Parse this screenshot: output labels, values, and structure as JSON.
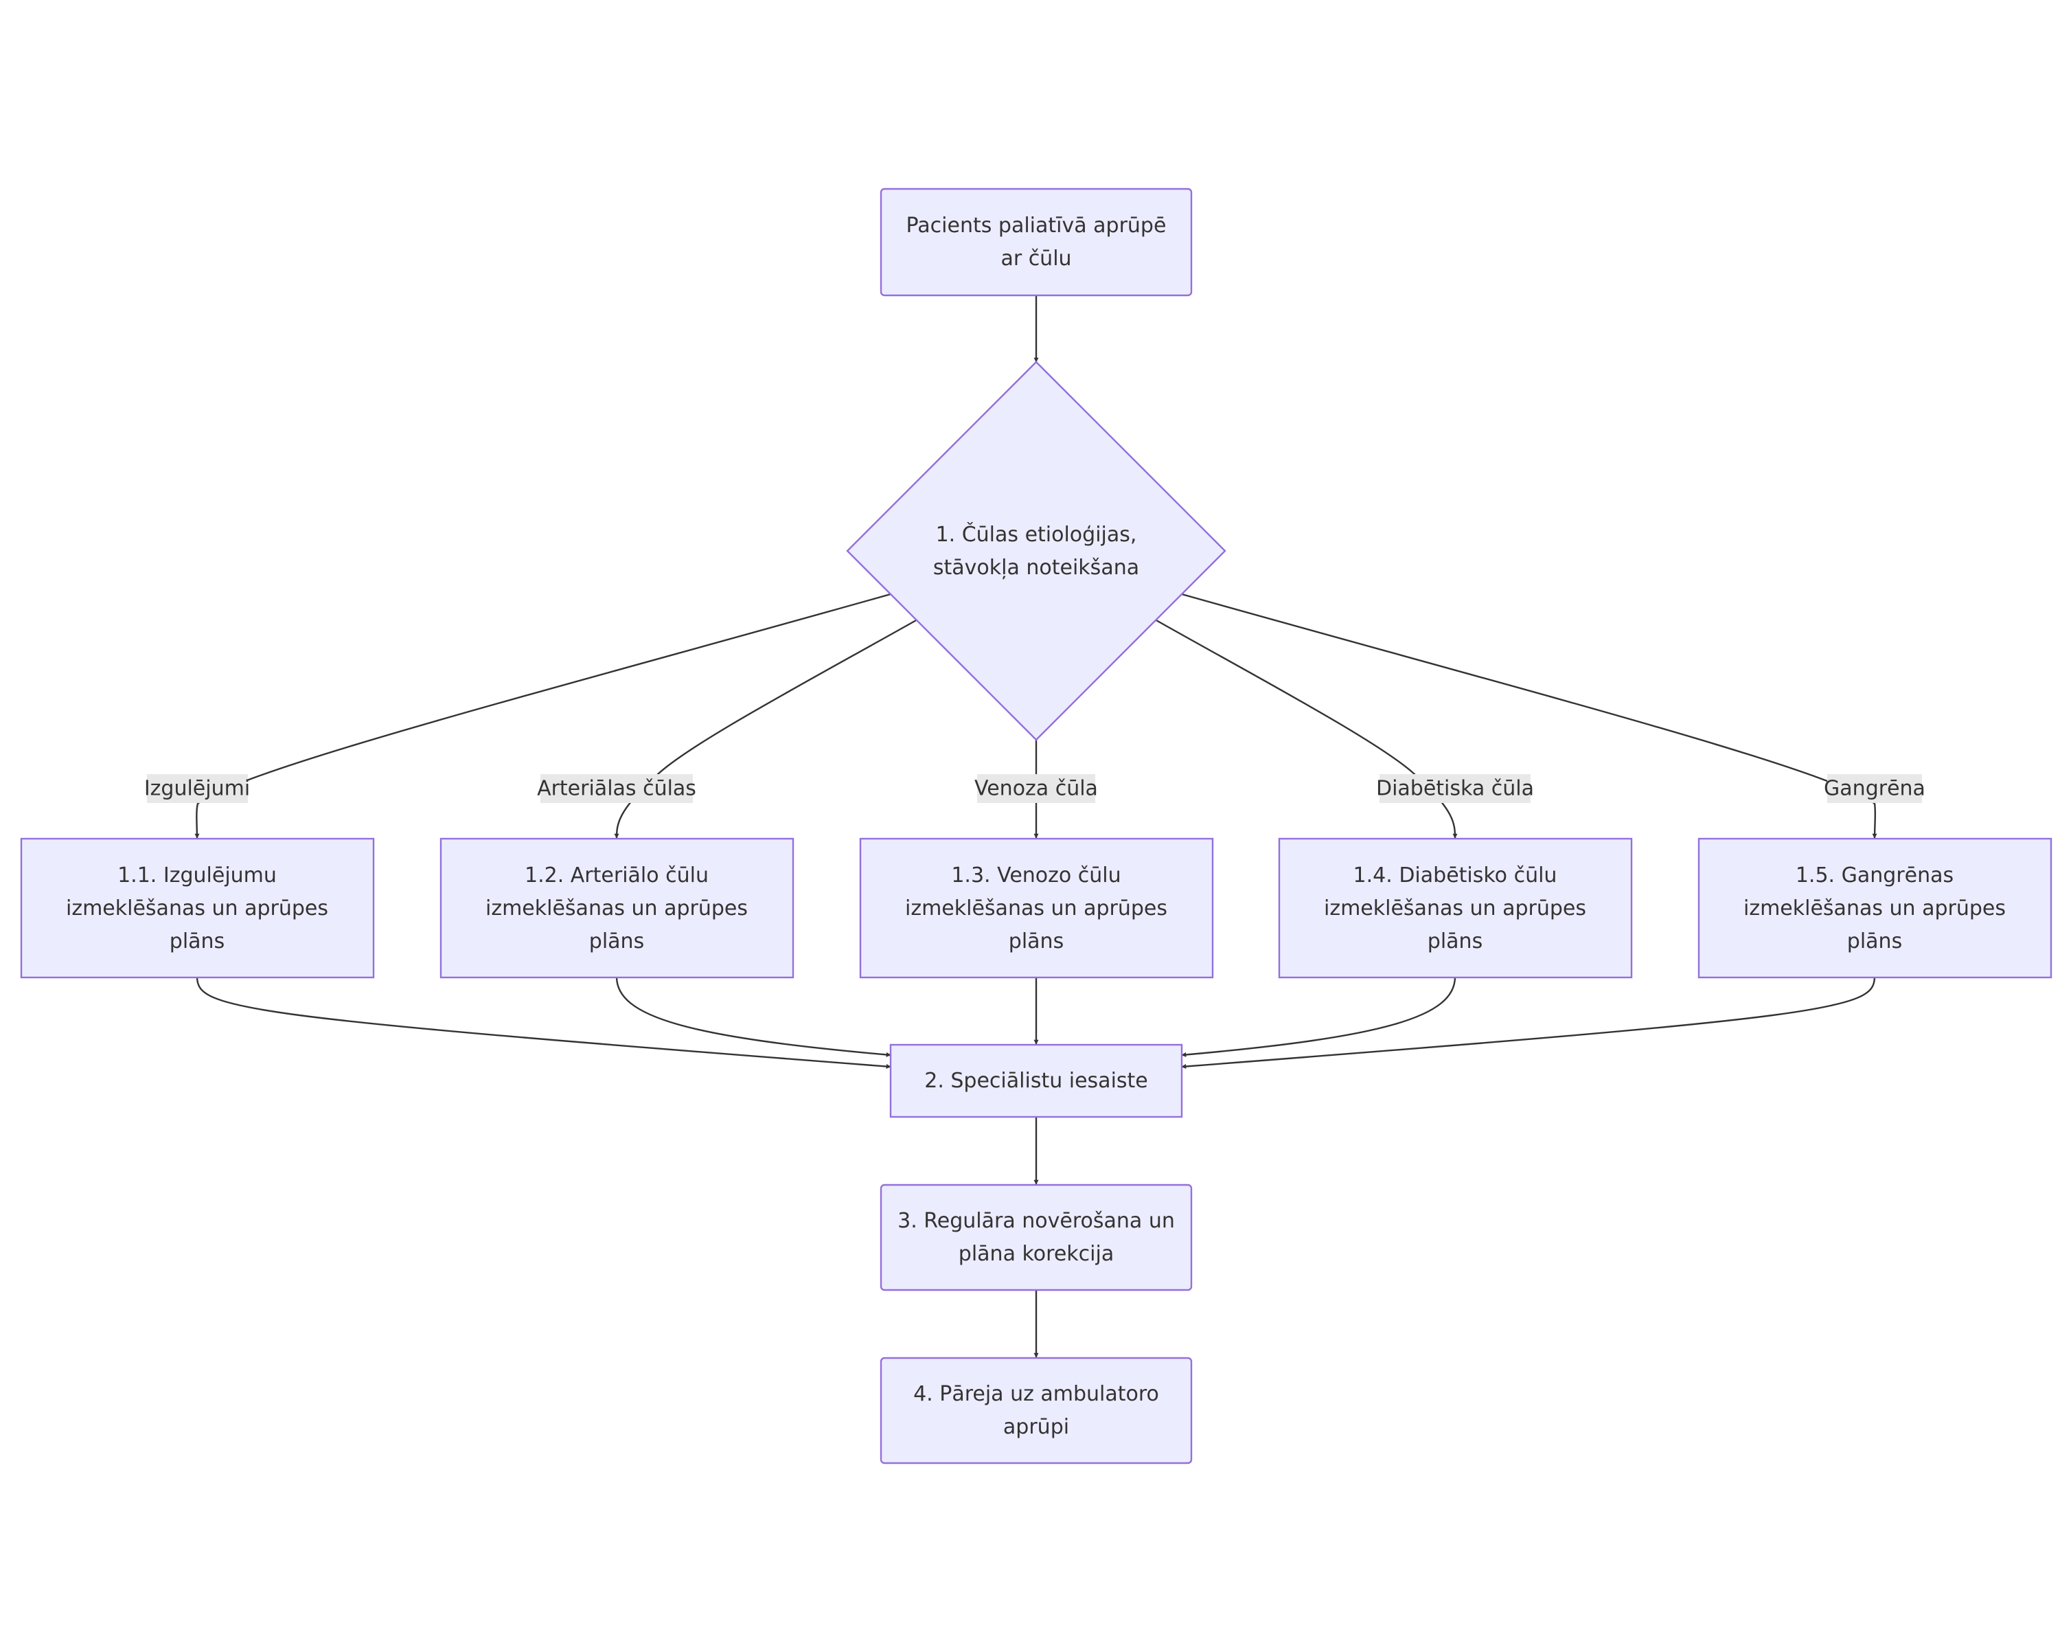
{
  "nodes": {
    "start": "Pacients paliatīvā aprūpē ar čūlu",
    "decision": "1. Čūlas etioloģijas, stāvokļa noteikšana",
    "plan_1_1": "1.1. Izgulējumu izmeklēšanas un aprūpes plāns",
    "plan_1_2": "1.2. Arteriālo čūlu izmeklēšanas un aprūpes plāns",
    "plan_1_3": "1.3. Venozo čūlu izmeklēšanas un aprūpes plāns",
    "plan_1_4": "1.4. Diabētisko čūlu izmeklēšanas un aprūpes plāns",
    "plan_1_5": "1.5. Gangrēnas izmeklēšanas un aprūpes plāns",
    "specialists": "2. Speciālistu iesaiste",
    "monitoring": "3. Regulāra novērošana un plāna korekcija",
    "transition": "4. Pāreja uz ambulatoro aprūpi"
  },
  "edge_labels": {
    "izgulejumi": "Izgulējumi",
    "arterialas": "Arteriālas čūlas",
    "venoza": "Venoza čūla",
    "diabetiska": "Diabētiska čūla",
    "gangrena": "Gangrēna"
  },
  "colors": {
    "node_fill": "#ECECFF",
    "node_stroke": "#9370DB",
    "edge": "#333333",
    "edge_label_bg": "#E8E8E8"
  }
}
